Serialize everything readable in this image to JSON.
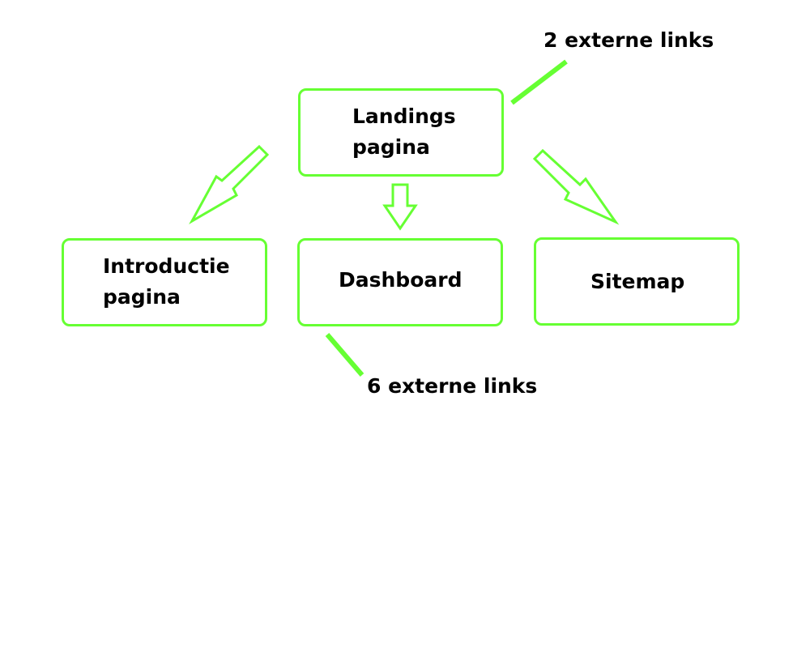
{
  "colors": {
    "accent": "#66ff33",
    "text": "#000000",
    "background": "#ffffff"
  },
  "nodes": {
    "landing": {
      "line1": "Landings",
      "line2": "pagina"
    },
    "intro": {
      "line1": "Introductie",
      "line2": "pagina"
    },
    "dashboard": {
      "label": "Dashboard"
    },
    "sitemap": {
      "label": "Sitemap"
    }
  },
  "annotations": {
    "landing_external": "2 externe links",
    "dashboard_external": "6 externe links"
  }
}
